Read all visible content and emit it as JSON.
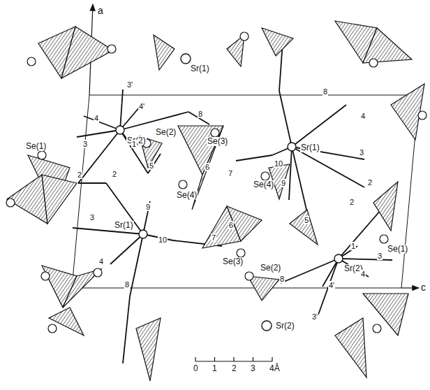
{
  "diagram": {
    "labels": [
      "a",
      "c",
      "Sr(1)",
      "Sr(2)",
      "Se(2)",
      "Se(1)",
      "Sr(1)",
      "Se(3)",
      "Se(4)",
      "Se(4)",
      "Sr(1)",
      "Se(3)",
      "Se(2)",
      "Sr(2)",
      "Se(1)",
      "Sr(2)",
      "3'",
      "4'",
      "4",
      "3",
      "1",
      "2",
      "2",
      "5",
      "9",
      "8",
      "6",
      "7",
      "10",
      "3",
      "4",
      "8",
      "8",
      "4",
      "3",
      "10",
      "9",
      "2",
      "2",
      "5",
      "6",
      "7",
      "8",
      "4'",
      "1",
      "3",
      "4",
      "3'",
      "0",
      "1",
      "2",
      "3",
      "4Å"
    ]
  }
}
